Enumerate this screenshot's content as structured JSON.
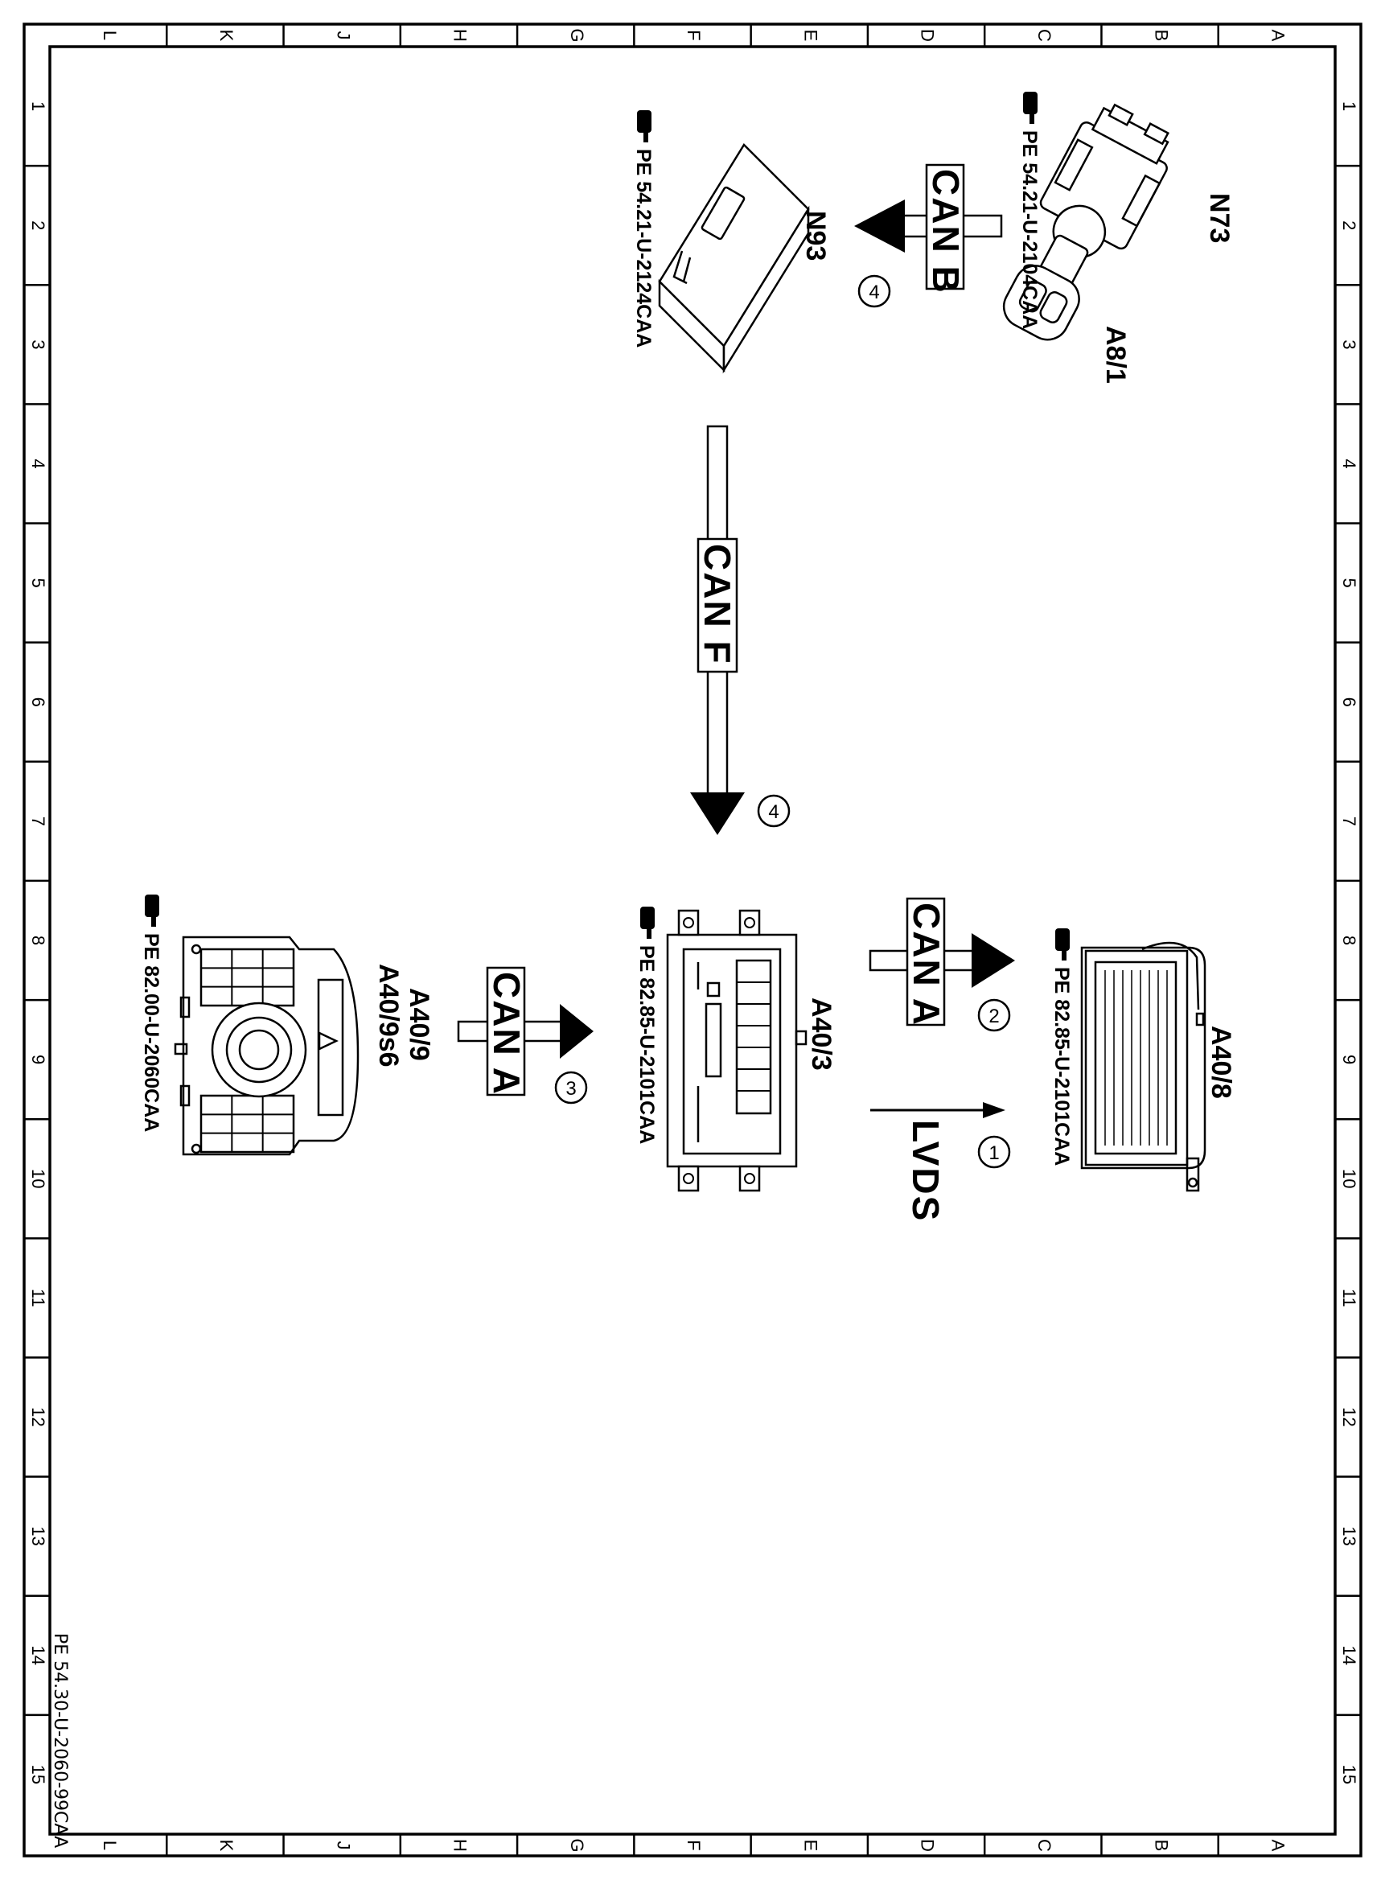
{
  "frame": {
    "columns": [
      "L",
      "K",
      "J",
      "H",
      "G",
      "F",
      "E",
      "D",
      "C",
      "B",
      "A"
    ],
    "rows": [
      "1",
      "2",
      "3",
      "4",
      "5",
      "6",
      "7",
      "8",
      "9",
      "10",
      "11",
      "12",
      "13",
      "14",
      "15"
    ],
    "doc_number": "PE 54.30-U-2060-99CAA"
  },
  "components": {
    "n73": {
      "label": "N73",
      "ref": "PE 54.21-U-2104CAA"
    },
    "a8_1": {
      "label": "A8/1"
    },
    "n93": {
      "label": "N93",
      "ref": "PE 54.21-U-2124CAA"
    },
    "a40_8": {
      "label": "A40/8",
      "ref": "PE 82.85-U-2101CAA"
    },
    "a40_3": {
      "label": "A40/3",
      "ref": "PE 82.85-U-2101CAA"
    },
    "a40_9": {
      "label": "A40/9",
      "label2": "A40/9s6",
      "ref": "PE 82.00-U-2060CAA"
    }
  },
  "signals": {
    "can_b": {
      "label": "CAN B",
      "num": "4"
    },
    "can_f": {
      "label": "CAN F",
      "num": "4"
    },
    "can_a_top": {
      "label": "CAN A",
      "num": "2"
    },
    "lvds": {
      "label": "LVDS",
      "num": "1"
    },
    "can_a_bottom": {
      "label": "CAN A",
      "num": "3"
    }
  }
}
